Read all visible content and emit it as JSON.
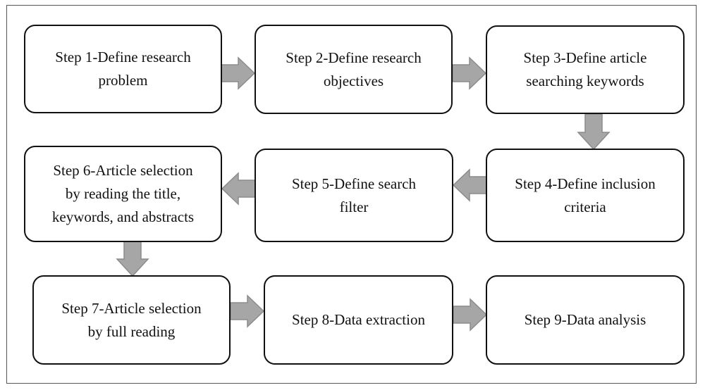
{
  "steps": [
    {
      "id": 1,
      "label": "Step 1-Define research\nproblem"
    },
    {
      "id": 2,
      "label": "Step 2-Define research\nobjectives"
    },
    {
      "id": 3,
      "label": "Step 3-Define article\nsearching keywords"
    },
    {
      "id": 4,
      "label": "Step 4-Define inclusion\ncriteria"
    },
    {
      "id": 5,
      "label": "Step 5-Define search\nfilter"
    },
    {
      "id": 6,
      "label": "Step 6-Article selection\nby reading the title,\nkeywords, and abstracts"
    },
    {
      "id": 7,
      "label": "Step 7-Article selection\nby full reading"
    },
    {
      "id": 8,
      "label": "Step 8-Data extraction"
    },
    {
      "id": 9,
      "label": "Step 9-Data analysis"
    }
  ],
  "connections": [
    {
      "from": 1,
      "to": 2
    },
    {
      "from": 2,
      "to": 3
    },
    {
      "from": 3,
      "to": 4
    },
    {
      "from": 4,
      "to": 5
    },
    {
      "from": 5,
      "to": 6
    },
    {
      "from": 6,
      "to": 7
    },
    {
      "from": 7,
      "to": 8
    },
    {
      "from": 8,
      "to": 9
    }
  ],
  "colors": {
    "box_border": "#111111",
    "arrow_fill": "#a6a6a6",
    "arrow_stroke": "#8c8c8c",
    "frame_border": "#555555"
  }
}
